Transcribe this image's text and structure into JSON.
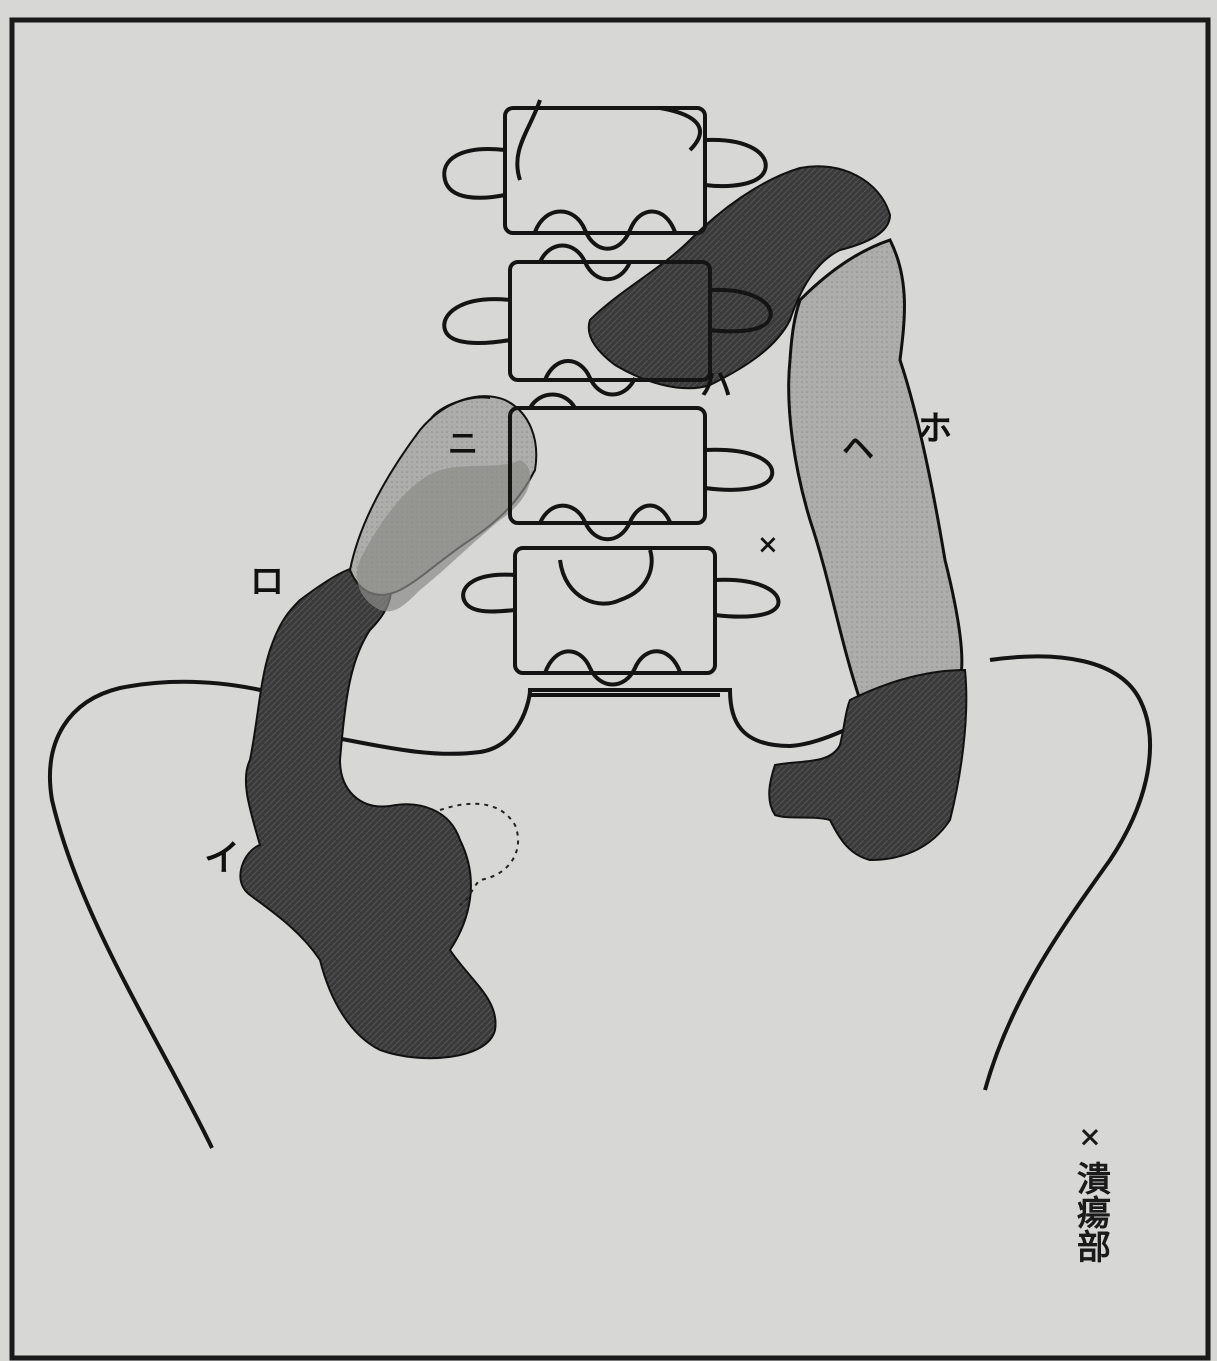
{
  "labels": {
    "i": "イ",
    "ro": "ロ",
    "ha": "ハ",
    "ni": "ニ",
    "ho": "ホ",
    "he": "ヘ",
    "cross": "×"
  },
  "legend": {
    "mark": "×",
    "text": "潰瘍部"
  },
  "colors": {
    "paper": "#d7d7d5",
    "ink": "#141414",
    "dark_region": "#3a3a3a",
    "light_region": "#ababab"
  }
}
